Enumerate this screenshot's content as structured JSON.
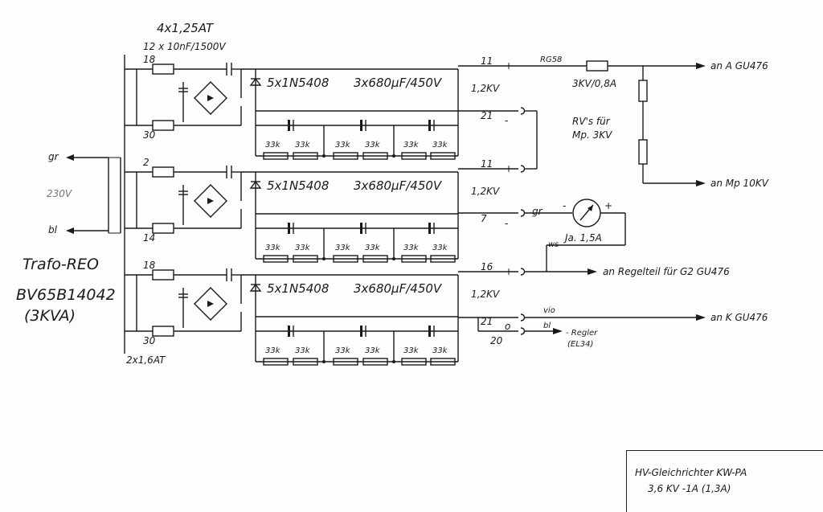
{
  "fuse_header": {
    "rating": "4x1,25AT",
    "caps": "12 x 10nF/1500V"
  },
  "fuse_bottom": "2x1,6AT",
  "transformer": {
    "name": "Trafo-REO",
    "model": "BV65B14042",
    "power": "(3KVA)",
    "mains": "230V",
    "wire_top": "gr",
    "wire_bottom": "bl"
  },
  "sections": [
    {
      "tap_top": "18",
      "tap_bottom": "30",
      "diodes": "5x1N5408",
      "caps": "3x680µF/450V",
      "voltage": "1,2KV",
      "resistors": [
        "33k",
        "33k",
        "33k",
        "33k",
        "33k",
        "33k"
      ],
      "pin_top": "11",
      "pin_top_sign": "+",
      "pin_bottom": "21",
      "pin_bottom_sign": "-"
    },
    {
      "tap_top": "2",
      "tap_bottom": "14",
      "diodes": "5x1N5408",
      "caps": "3x680µF/450V",
      "voltage": "1,2KV",
      "resistors": [
        "33k",
        "33k",
        "33k",
        "33k",
        "33k",
        "33k"
      ],
      "pin_top": "11",
      "pin_top_sign": "+",
      "pin_bottom": "7",
      "pin_bottom_sign": "-"
    },
    {
      "tap_top": "18",
      "tap_bottom": "30",
      "diodes": "5x1N5408",
      "caps": "3x680µF/450V",
      "voltage": "1,2KV",
      "resistors": [
        "33k",
        "33k",
        "33k",
        "33k",
        "33k",
        "33k"
      ],
      "pin_top": "16",
      "pin_top_sign": "+",
      "pin_bottom": "21",
      "pin_bottom_sign": "o"
    }
  ],
  "output": {
    "cable": "RG58",
    "fuse": "3KV/0,8A",
    "rv_note_line1": "RV's für",
    "rv_note_line2": "Mp. 3KV",
    "to_anode": "an A GU476",
    "to_mp": "an Mp 10KV",
    "meter_neg_wire": "gr",
    "meter_minus": "-",
    "meter_plus": "+",
    "meter_label": "Ja. 1,5A",
    "ws_wire": "ws",
    "to_regulator": "an Regelteil für G2 GU476",
    "vio_wire": "vio",
    "to_cathode": "an K GU476",
    "pin_20": "20",
    "bl_wire": "bl",
    "regler": "- Regler",
    "regler_tube": "(EL34)"
  },
  "title_block": {
    "line1": "HV-Gleichrichter KW-PA",
    "line2": "3,6 KV -1A (1,3A)"
  }
}
